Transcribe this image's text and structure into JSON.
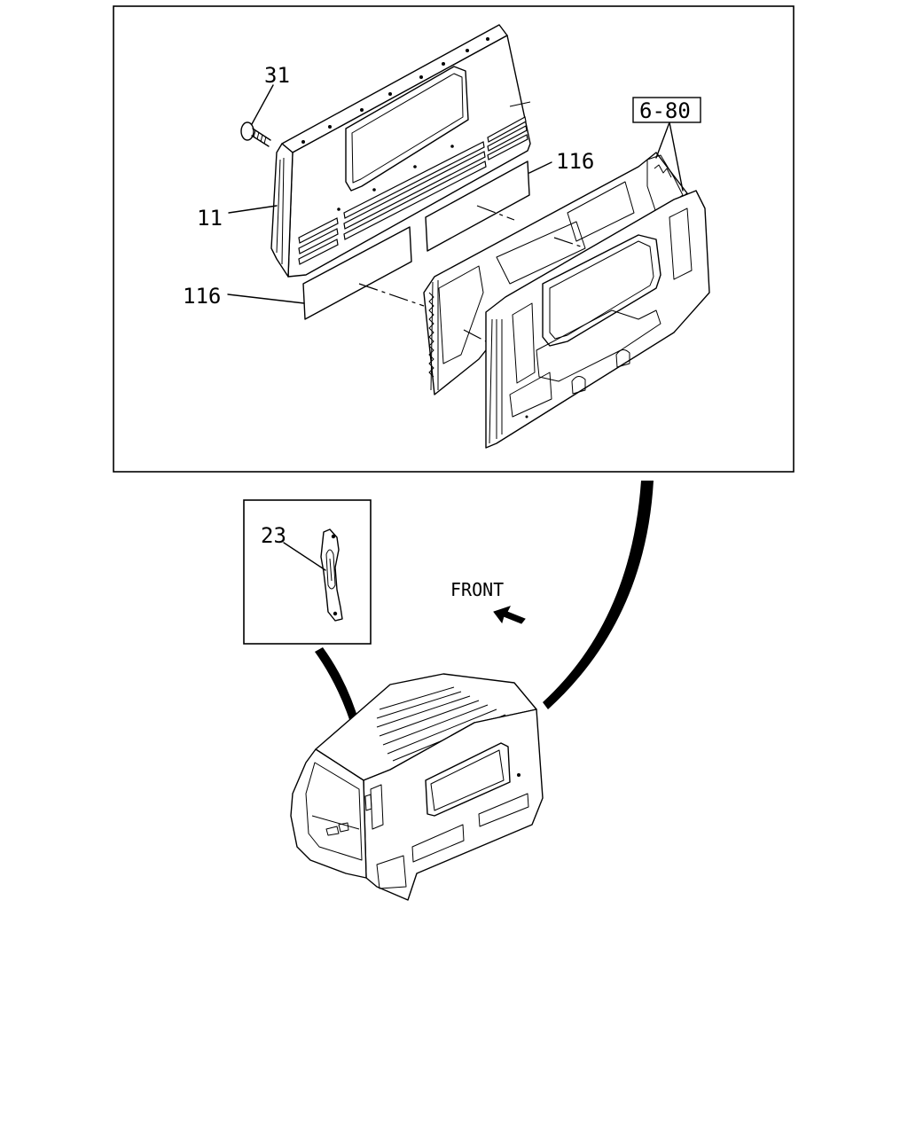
{
  "diagram": {
    "callouts": {
      "bolt": "31",
      "trim_panel": "11",
      "pad_upper": "116",
      "pad_lower": "116",
      "reference": "6-80",
      "clip": "23"
    },
    "direction_label": "FRONT"
  }
}
